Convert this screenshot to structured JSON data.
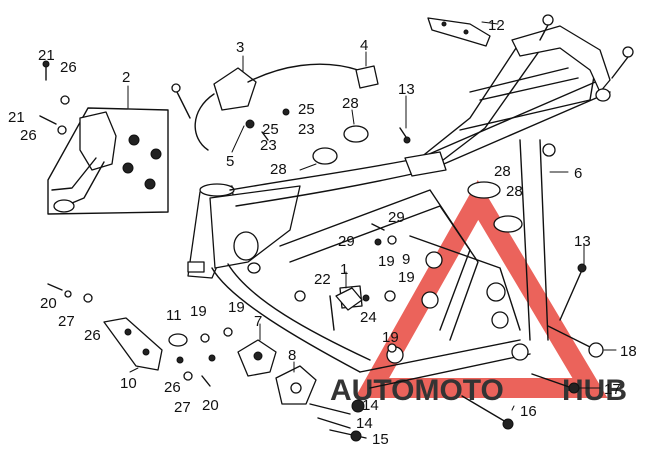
{
  "diagram": {
    "callouts": {
      "c2": "2",
      "c3": "3",
      "c4": "4",
      "c5": "5",
      "c6": "6",
      "c7": "7",
      "c8": "8",
      "c9": "9",
      "c10": "10",
      "c11": "11",
      "c12": "12",
      "c13a": "13",
      "c13b": "13",
      "c14a": "14",
      "c14b": "14",
      "c15": "15",
      "c16": "16",
      "c17": "17",
      "c18": "18",
      "c19a": "19",
      "c19b": "19",
      "c19c": "19",
      "c19d": "19",
      "c19e": "19",
      "c20a": "20",
      "c20b": "20",
      "c21a": "21",
      "c21b": "21",
      "c22": "22",
      "c23a": "23",
      "c23b": "23",
      "c24": "24",
      "c25a": "25",
      "c25b": "25",
      "c26a": "26",
      "c26b": "26",
      "c26c": "26",
      "c26d": "26",
      "c27a": "27",
      "c27b": "27",
      "c28a": "28",
      "c28b": "28",
      "c28c": "28",
      "c28d": "28",
      "c29a": "29",
      "c29b": "29",
      "c1": "1"
    }
  },
  "watermark": {
    "text_a": "AUTOMOTO",
    "text_b": "HUB",
    "color_red": "#e8483f",
    "color_gray": "#7b7b7b"
  }
}
